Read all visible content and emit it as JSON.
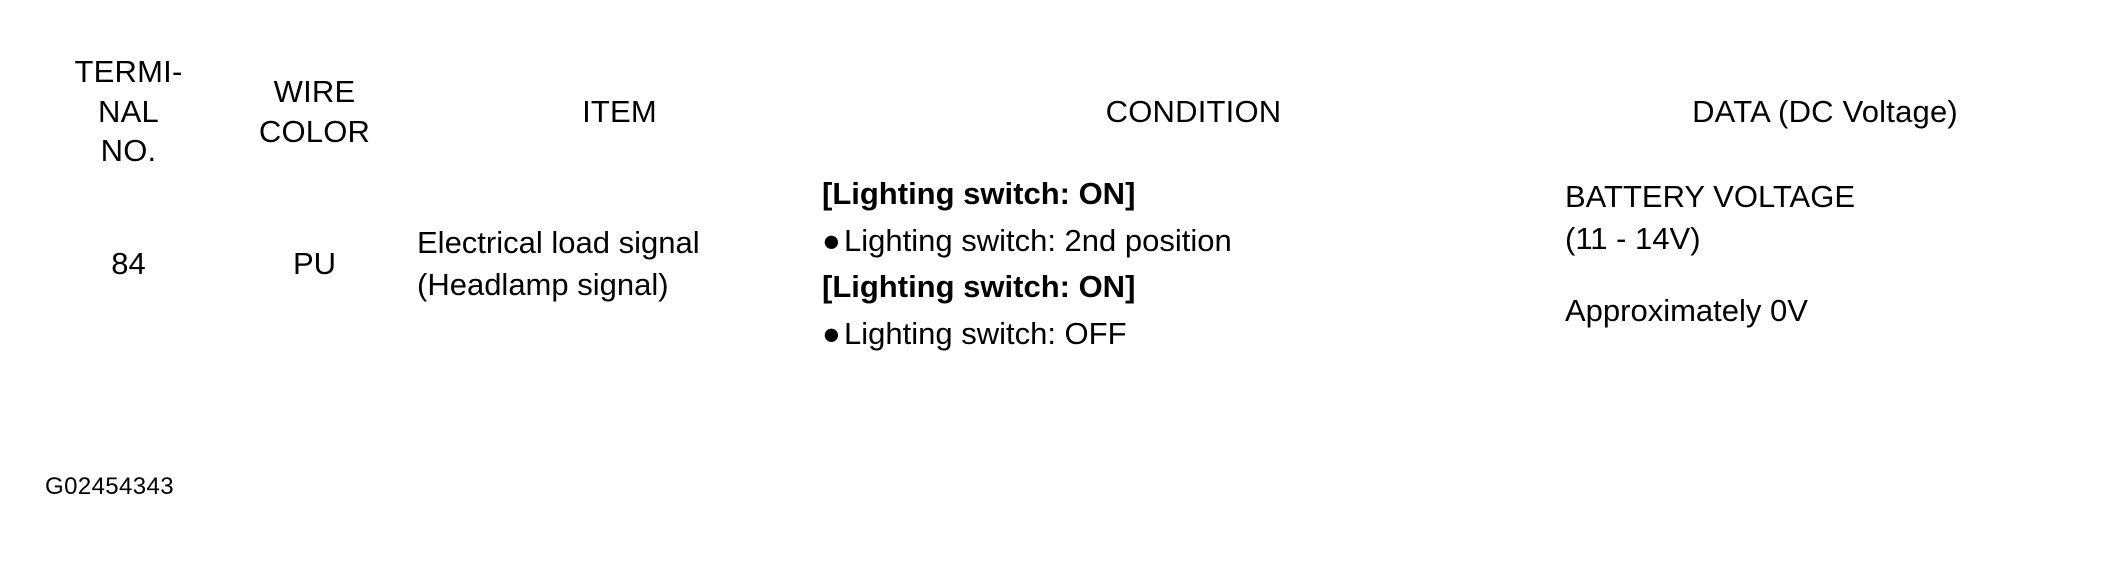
{
  "table": {
    "columns": [
      {
        "key": "terminal_no",
        "lines": [
          "TERMI-",
          "NAL",
          "NO."
        ]
      },
      {
        "key": "wire_color",
        "lines": [
          "WIRE",
          "COLOR"
        ]
      },
      {
        "key": "item",
        "lines": [
          "ITEM"
        ]
      },
      {
        "key": "condition",
        "lines": [
          "CONDITION"
        ]
      },
      {
        "key": "data",
        "lines": [
          "DATA (DC Voltage)"
        ]
      }
    ],
    "header": {
      "terminal_line1": "TERMI-",
      "terminal_line2": "NAL",
      "terminal_line3": "NO.",
      "wire_line1": "WIRE",
      "wire_line2": "COLOR",
      "item": "ITEM",
      "condition": "CONDITION",
      "data": "DATA (DC Voltage)"
    },
    "rows": [
      {
        "terminal_no": "84",
        "wire_color": "PU",
        "item_line1": "Electrical load signal",
        "item_line2": "(Headlamp signal)",
        "subrows": [
          {
            "condition_title": "[Lighting switch: ON]",
            "condition_bullet_marker": "●",
            "condition_bullet": "Lighting switch: 2nd position",
            "data_line1": "BATTERY VOLTAGE",
            "data_line2": "(11 - 14V)"
          },
          {
            "condition_title": "[Lighting switch: ON]",
            "condition_bullet_marker": "●",
            "condition_bullet": "Lighting switch: OFF",
            "data_line1": "Approximately 0V",
            "data_line2": ""
          }
        ]
      }
    ]
  },
  "figure_code": "G02454343",
  "colors": {
    "text": "#000000",
    "background": "#ffffff",
    "rule": "#000000"
  }
}
